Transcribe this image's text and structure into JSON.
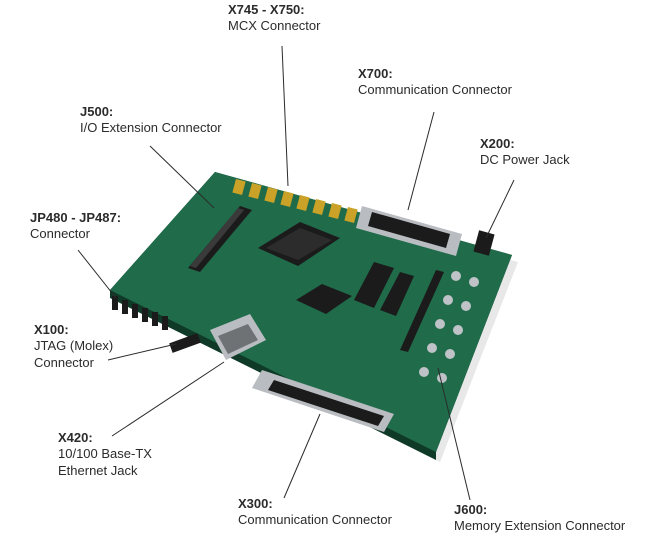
{
  "callouts": [
    {
      "id": "x745",
      "code": "X745 - X750:",
      "desc": "MCX Connector"
    },
    {
      "id": "x700",
      "code": "X700:",
      "desc": "Communication Connector"
    },
    {
      "id": "j500",
      "code": "J500:",
      "desc": "I/O Extension Connector"
    },
    {
      "id": "x200",
      "code": "X200:",
      "desc": "DC Power Jack"
    },
    {
      "id": "jp480",
      "code": "JP480 - JP487:",
      "desc": "Connector"
    },
    {
      "id": "x100",
      "code": "X100:",
      "desc": "JTAG (Molex) Connector"
    },
    {
      "id": "x420",
      "code": "X420:",
      "desc": "10/100 Base-TX Ethernet Jack"
    },
    {
      "id": "x300",
      "code": "X300:",
      "desc": "Communication Connector"
    },
    {
      "id": "j600",
      "code": "J600:",
      "desc": "Memory Extension Connector"
    }
  ],
  "colors": {
    "pcb": "#1f6b4a",
    "pcb_dark": "#154d35",
    "pcb_edge": "#0f3a28",
    "gold": "#c9a227",
    "chip": "#1b1b1b",
    "connector_metal": "#b9bcc0",
    "leader": "#2b2b2b"
  }
}
